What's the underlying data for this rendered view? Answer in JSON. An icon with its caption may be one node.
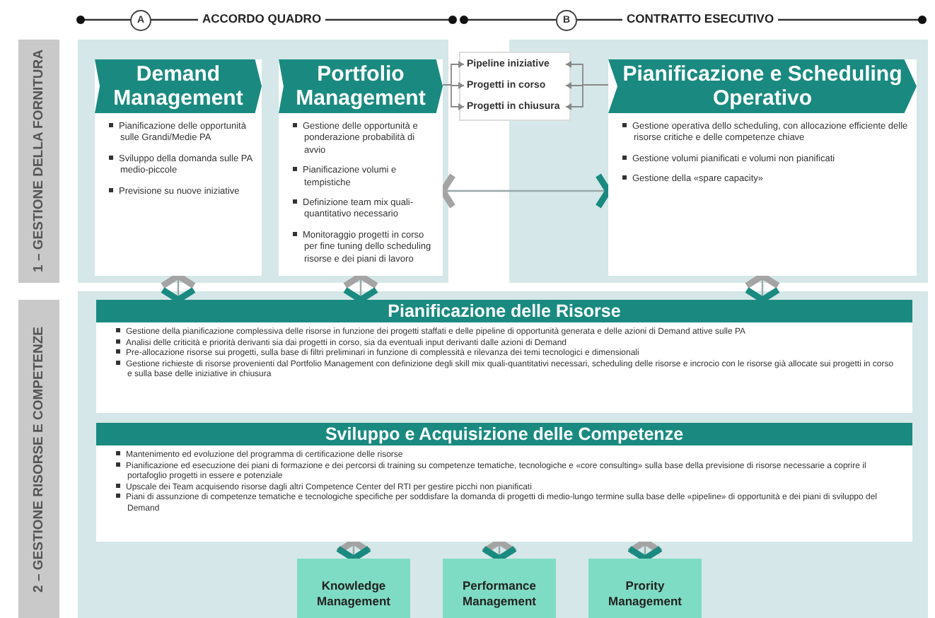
{
  "diagram": {
    "nodes": [
      {
        "text": [
          "1 – GESTIONE DELLA FORNITURA"
        ]
      },
      {
        "text": [
          "Demand Management",
          "Pianificazione delle opportunità sulle Grandi/Medie PA",
          "Sviluppo della domanda sulle PA medio-piccole",
          "Previsione su nuove iniziative"
        ]
      },
      {
        "text": [
          "Portfolio Management",
          "Gestione delle opportunità e ponderazione probabilità di avvio",
          "Pianificazione volumi e tempistiche",
          "Definizione team mix quali-quantitativo necessario",
          "Monitoraggio progetti in corso per fine tuning dello scheduling risorse e dei piani di lavoro"
        ]
      },
      {
        "text": [
          "Pipeline iniziative"
        ]
      },
      {
        "text": [
          "Progetti in corso"
        ]
      },
      {
        "text": [
          "Progetti in chiusura"
        ]
      },
      {
        "text": [
          "Pianificazione e Scheduling Operativo",
          "Gestione operativa dello scheduling, con allocazione efficiente delle risorse critiche e delle competenze chiave",
          "Gestione volumi pianificati e volumi non pianificati",
          "Gestione della «spare capacity»"
        ]
      },
      {
        "text": [
          "2 – GESTIONE RISORSE E COMPETENZE"
        ]
      },
      {
        "text": [
          "Pianificazione delle Risorse",
          "Gestione della pianificazione complessiva delle risorse in funzione dei progetti staffati e delle pipeline di opportunità generata e delle azioni di Demand attive sulle PA",
          "Analisi delle criticità e priorità derivanti sia dai progetti in corso, sia da eventuali input derivanti dalle azioni di Demand",
          "Pre-allocazione risorse sui progetti, sulla base di filtri preliminari in funzione di complessità e rilevanza dei temi tecnologici e dimensionali",
          "Gestione richieste di risorse provenienti dal Portfolio Management con definizione degli skill mix quali-quantitativi necessari, scheduling delle risorse e incrocio con le risorse già allocate sui progetti in corso e sulla base delle iniziative in chiusura"
        ]
      },
      {
        "text": [
          "Sviluppo e Acquisizione delle Competenze",
          "Mantenimento ed evoluzione del programma di certificazione delle risorse",
          "Pianificazione ed esecuzione dei piani di formazione e dei percorsi di training su competenze tematiche, tecnologiche e «core consulting» sulla base della previsione di risorse necessarie a coprire il portafoglio progetti in essere e potenziale",
          "Upscale dei Team acquisendo risorse dagli altri Competence Center del RTI per gestire picchi non pianificati",
          "Piani di assunzione di competenze tematiche e tecnologiche specifiche per soddisfare la domanda di progetti di medio-lungo termine sulla base delle «pipeline» di opportunità e dei piani di sviluppo del Demand"
        ]
      },
      {
        "text": [
          "Knowledge Management"
        ]
      },
      {
        "text": [
          "Performance Management"
        ]
      },
      {
        "text": [
          "Prority Management"
        ]
      }
    ],
    "edges": [
      {
        "from": 2,
        "to": 3,
        "arrow": "to"
      },
      {
        "from": 2,
        "to": 4,
        "arrow": "to"
      },
      {
        "from": 2,
        "to": 5,
        "arrow": "to"
      },
      {
        "from": 6,
        "to": 3,
        "arrow": "to"
      },
      {
        "from": 6,
        "to": 4,
        "arrow": "to"
      },
      {
        "from": 6,
        "to": 5,
        "arrow": "to"
      },
      {
        "from": 1,
        "to": 8,
        "arrow": "both"
      },
      {
        "from": 2,
        "to": 8,
        "arrow": "both"
      },
      {
        "from": 6,
        "to": 8,
        "arrow": "both"
      },
      {
        "from": 2,
        "to": 6,
        "arrow": "both"
      },
      {
        "from": 9,
        "to": 10,
        "arrow": "both"
      },
      {
        "from": 9,
        "to": 11,
        "arrow": "both"
      },
      {
        "from": 9,
        "to": 12,
        "arrow": "both"
      }
    ],
    "labels": [
      "A",
      "ACCORDO QUADRO",
      "B",
      "CONTRATTO ESECUTIVO"
    ]
  }
}
